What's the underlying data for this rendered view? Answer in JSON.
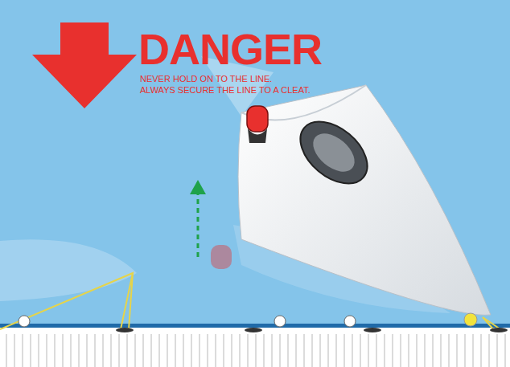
{
  "diagram": {
    "title": "DANGER",
    "labels": [
      "NEVER HOLD ON TO THE LINE.",
      "ALWAYS SECURE THE LINE TO A CLEAT."
    ]
  }
}
